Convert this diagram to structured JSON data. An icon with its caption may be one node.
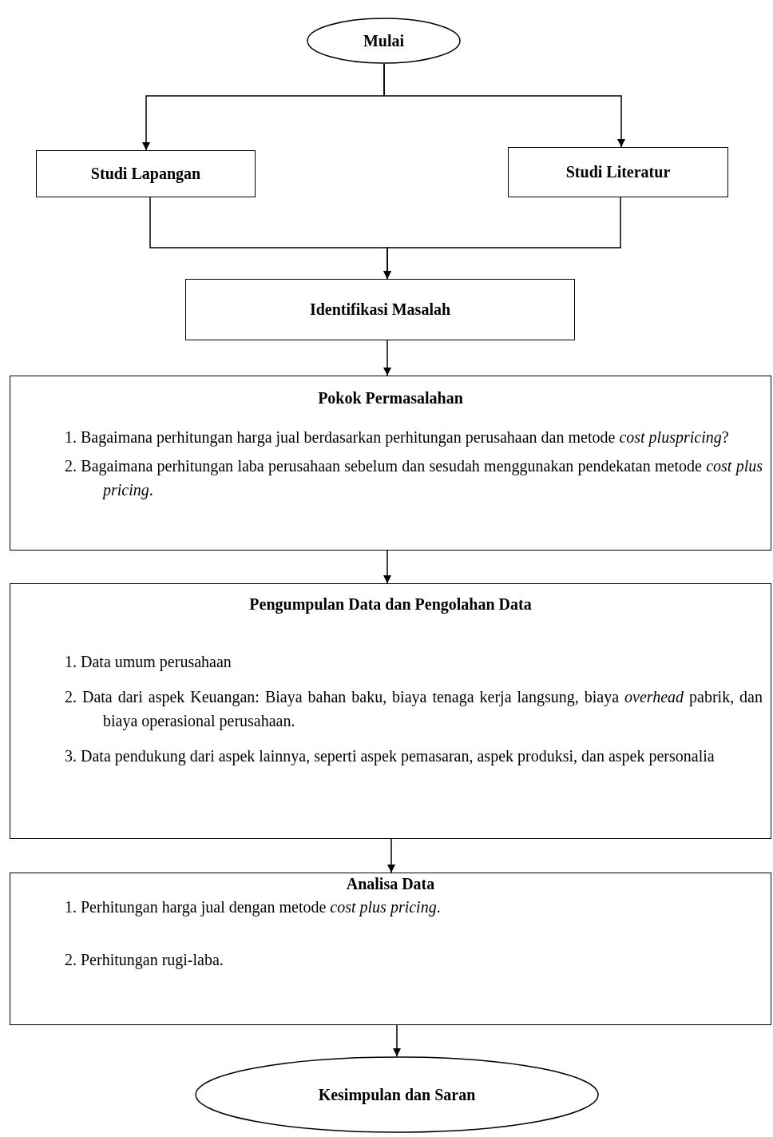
{
  "diagram": {
    "nodes": [
      {
        "text": [
          "Mulai"
        ]
      },
      {
        "text": [
          "Studi Lapangan"
        ]
      },
      {
        "text": [
          "Studi Literatur"
        ]
      },
      {
        "text": [
          "Identifikasi Masalah"
        ]
      },
      {
        "text": [
          "Pokok Permasalahan",
          "1. Bagaimana perhitungan harga jual berdasarkan perhitungan perusahaan dan metode *cost pluspricing*?",
          "2. Bagaimana perhitungan laba perusahaan sebelum dan sesudah menggunakan pendekatan metode *cost plus pricing*."
        ]
      },
      {
        "text": [
          "Pengumpulan Data dan Pengolahan Data",
          "1. Data umum perusahaan",
          "2. Data dari aspek Keuangan: Biaya bahan baku, biaya tenaga kerja langsung, biaya *overhead* pabrik, dan biaya operasional perusahaan.",
          "3. Data pendukung dari aspek lainnya, seperti aspek pemasaran, aspek produksi, dan aspek personalia"
        ]
      },
      {
        "text": [
          "Analisa Data",
          "1. Perhitungan harga jual dengan metode *cost plus pricing*.",
          "2. Perhitungan rugi-laba."
        ]
      },
      {
        "text": [
          "Kesimpulan dan Saran"
        ]
      }
    ],
    "edges": [
      {
        "from": 0,
        "to": 1,
        "arrow": "to"
      },
      {
        "from": 0,
        "to": 2,
        "arrow": "to"
      },
      {
        "from": 1,
        "to": 3,
        "arrow": "to"
      },
      {
        "from": 2,
        "to": 3,
        "arrow": "to"
      },
      {
        "from": 3,
        "to": 4,
        "arrow": "to"
      },
      {
        "from": 4,
        "to": 5,
        "arrow": "to"
      },
      {
        "from": 5,
        "to": 6,
        "arrow": "to"
      },
      {
        "from": 6,
        "to": 7,
        "arrow": "to"
      }
    ]
  }
}
